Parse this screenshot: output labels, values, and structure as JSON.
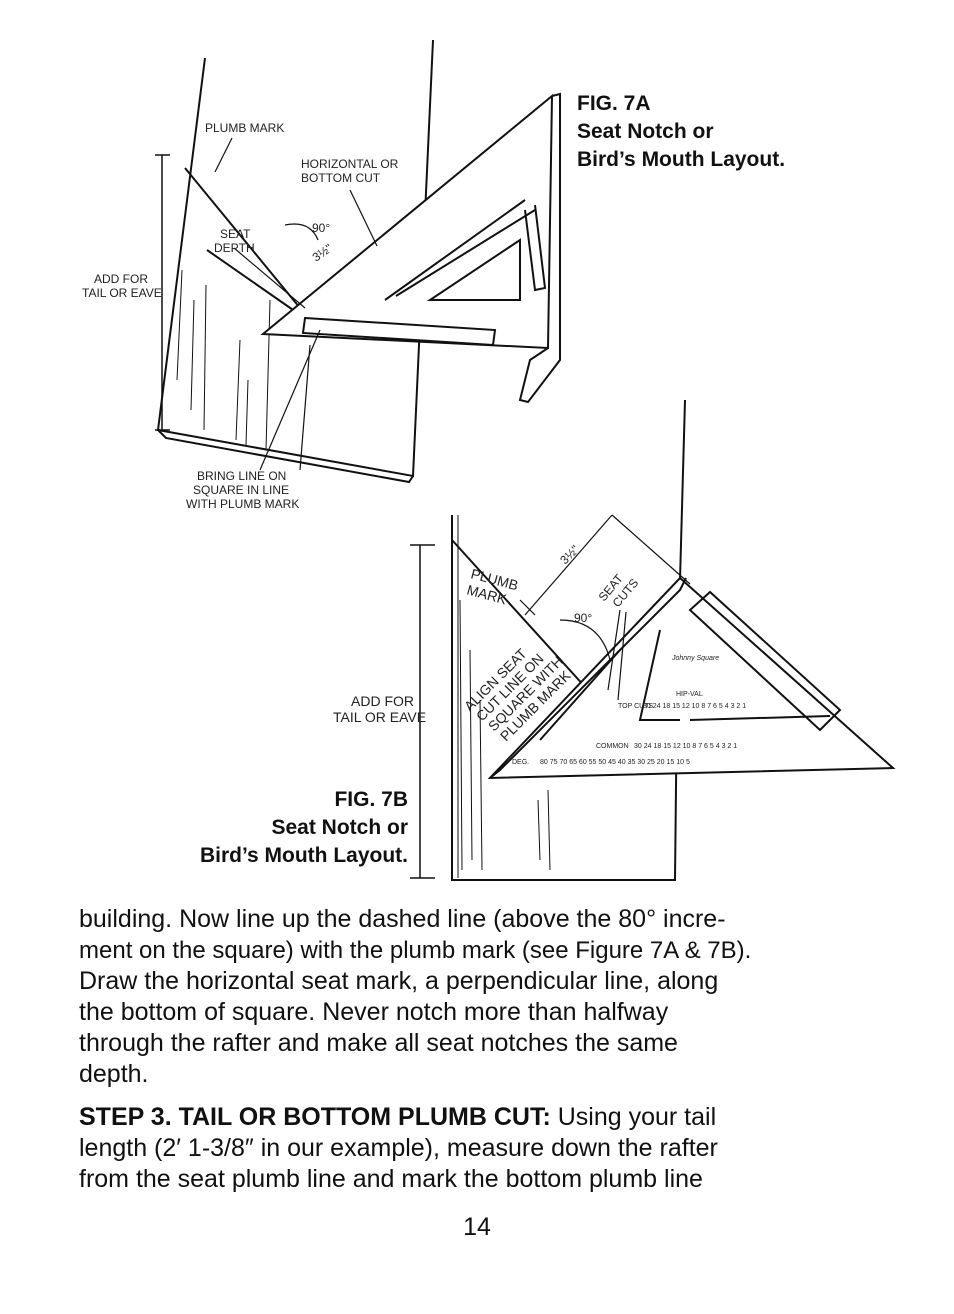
{
  "figure_a": {
    "caption": [
      "FIG. 7A",
      "Seat Notch or",
      "Bird’s Mouth Layout."
    ],
    "labels": {
      "plumb_mark": "PLUMB MARK",
      "horizontal_cut": [
        "HORIZONTAL OR",
        "BOTTOM CUT"
      ],
      "angle": "90°",
      "seat_depth": [
        "SEAT",
        "DEPTH"
      ],
      "dimension": "3½\"",
      "add_for": [
        "ADD FOR",
        "TAIL OR EAVE"
      ],
      "bring_line": [
        "BRING LINE ON",
        "SQUARE IN LINE",
        "WITH PLUMB MARK"
      ]
    }
  },
  "figure_b": {
    "caption": [
      "FIG. 7B",
      "Seat Notch or",
      "Bird’s Mouth Layout."
    ],
    "labels": {
      "plumb_mark": [
        "PLUMB",
        "MARK"
      ],
      "dimension": "3½\"",
      "seat_cuts": [
        "SEAT",
        "CUTS"
      ],
      "angle": "90°",
      "align": [
        "ALIGN SEAT",
        "CUT LINE ON",
        "SQUARE WITH",
        "PLUMB MARK"
      ],
      "add_for": [
        "ADD FOR",
        "TAIL OR EAVE"
      ],
      "square_brand": "Johnny Square",
      "hip_val": "HIP-VAL",
      "top_cuts": "TOP CUTS",
      "common": "COMMON",
      "deg": "DEG.",
      "row_top": "30 24 18 15 12 10 8 7 6 5 4 3 2 1",
      "row_common": "30 24 18 15 12 10 8 7 6 5 4 3 2 1",
      "row_deg": "80 75 70 65 60 55 50 45 40 35 30 25 20 15 10 5"
    }
  },
  "body": {
    "para1_lines": [
      "building. Now line up the dashed line (above the 80° incre-",
      "ment on the square) with the plumb mark (see Figure 7A & 7B).",
      "Draw the horizontal seat mark, a perpendicular line, along",
      "the bottom of square. Never notch more than halfway",
      "through the rafter and make all seat notches the same",
      "depth."
    ],
    "step3_heading": "STEP 3. TAIL OR BOTTOM PLUMB CUT:",
    "step3_first_line_rest": " Using your tail",
    "step3_lines": [
      "length (2′ 1-3/8″ in our example), measure down the rafter",
      "from the seat plumb line and mark the bottom plumb line"
    ]
  },
  "page_number": "14"
}
